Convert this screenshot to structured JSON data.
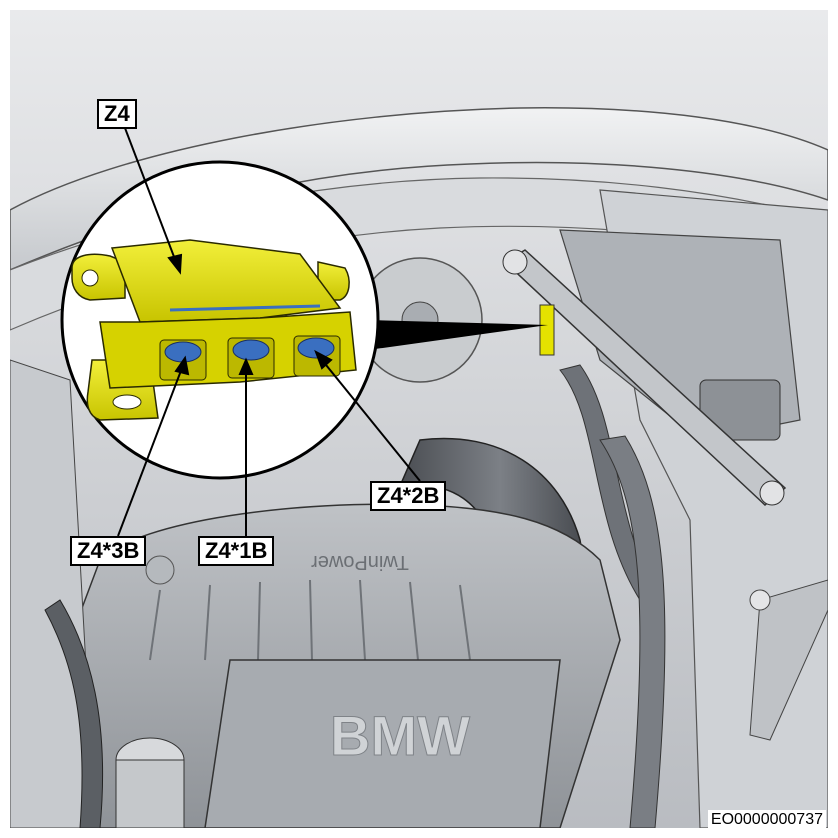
{
  "callouts": {
    "component": "Z4",
    "connector_2b": "Z4*2B",
    "connector_3b": "Z4*3B",
    "connector_1b": "Z4*1B"
  },
  "engine_cover": {
    "brand_text": "BMW",
    "badge_text": "TwinPower"
  },
  "document_id": "EO0000000737",
  "colors": {
    "module": "#e5e200",
    "module_shadow": "#b7b200",
    "connector": "#3a6fc0",
    "engine_grey": "#c9ccd0",
    "outline": "#000000"
  }
}
